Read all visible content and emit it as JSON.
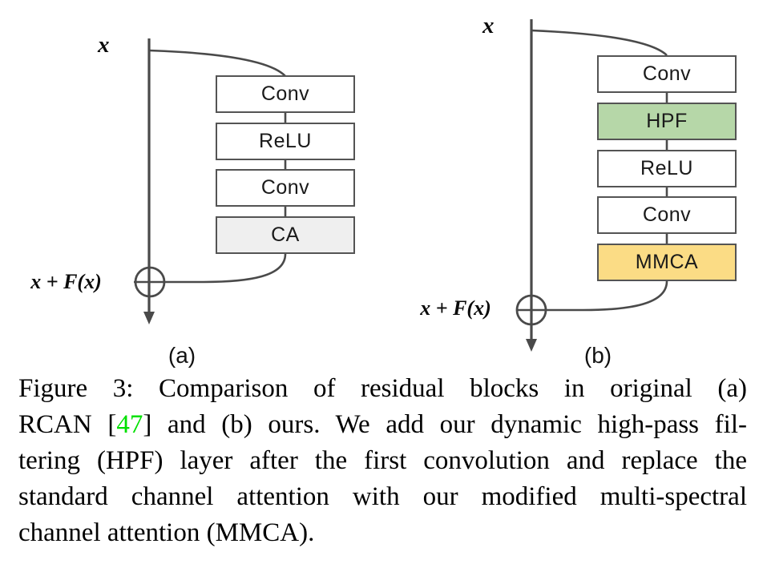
{
  "figure": {
    "diagram_a": {
      "input_label": "x",
      "output_label": "x + F(x)",
      "sublabel": "(a)",
      "blocks": [
        {
          "label": "Conv",
          "fill": "#ffffff"
        },
        {
          "label": "ReLU",
          "fill": "#ffffff"
        },
        {
          "label": "Conv",
          "fill": "#ffffff"
        },
        {
          "label": "CA",
          "fill": "#efefef"
        }
      ]
    },
    "diagram_b": {
      "input_label": "x",
      "output_label": "x + F(x)",
      "sublabel": "(b)",
      "blocks": [
        {
          "label": "Conv",
          "fill": "#ffffff"
        },
        {
          "label": "HPF",
          "fill": "#b6d7a8"
        },
        {
          "label": "ReLU",
          "fill": "#ffffff"
        },
        {
          "label": "Conv",
          "fill": "#ffffff"
        },
        {
          "label": "MMCA",
          "fill": "#fbdc85"
        }
      ]
    },
    "caption": {
      "line1": "Figure 3:  Comparison of residual blocks in original (a)",
      "line2_pre": "RCAN [",
      "line2_cite": "47",
      "line2_post": "] and (b) ours. We add our dynamic high-pass fil-",
      "line3": "tering (HPF) layer after the first convolution and replace the",
      "line4": "standard channel attention with our modified multi-spectral",
      "line5": "channel attention (MMCA).",
      "citation_color": "#00e000"
    },
    "colors": {
      "wire": "#4a4a4a",
      "block_border": "#545454"
    }
  }
}
